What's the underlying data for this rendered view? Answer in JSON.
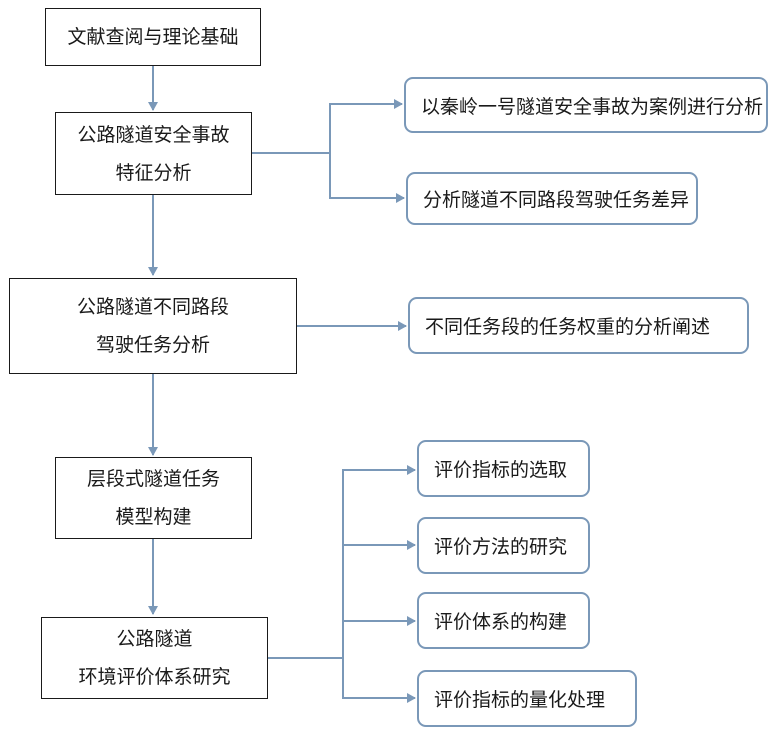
{
  "main": {
    "step1": {
      "lines": [
        "文献查阅与理论基础"
      ]
    },
    "step2": {
      "lines": [
        "公路隧道安全事故",
        "特征分析"
      ]
    },
    "step3": {
      "lines": [
        "公路隧道不同路段",
        "驾驶任务分析"
      ]
    },
    "step4": {
      "lines": [
        "层段式隧道任务",
        "模型构建"
      ]
    },
    "step5": {
      "lines": [
        "公路隧道",
        "环境评价体系研究"
      ]
    }
  },
  "branches": {
    "case_study": "以秦岭一号隧道安全事故为案例进行分析",
    "task_diff": "分析隧道不同路段驾驶任务差异",
    "task_weight": "不同任务段的任务权重的分析阐述",
    "eval_indicators": "评价指标的选取",
    "eval_methods": "评价方法的研究",
    "eval_system": "评价体系的构建",
    "eval_quantify": "评价指标的量化处理"
  },
  "colors": {
    "box_border": "#1a1a1a",
    "connector": "#7a98b8"
  }
}
